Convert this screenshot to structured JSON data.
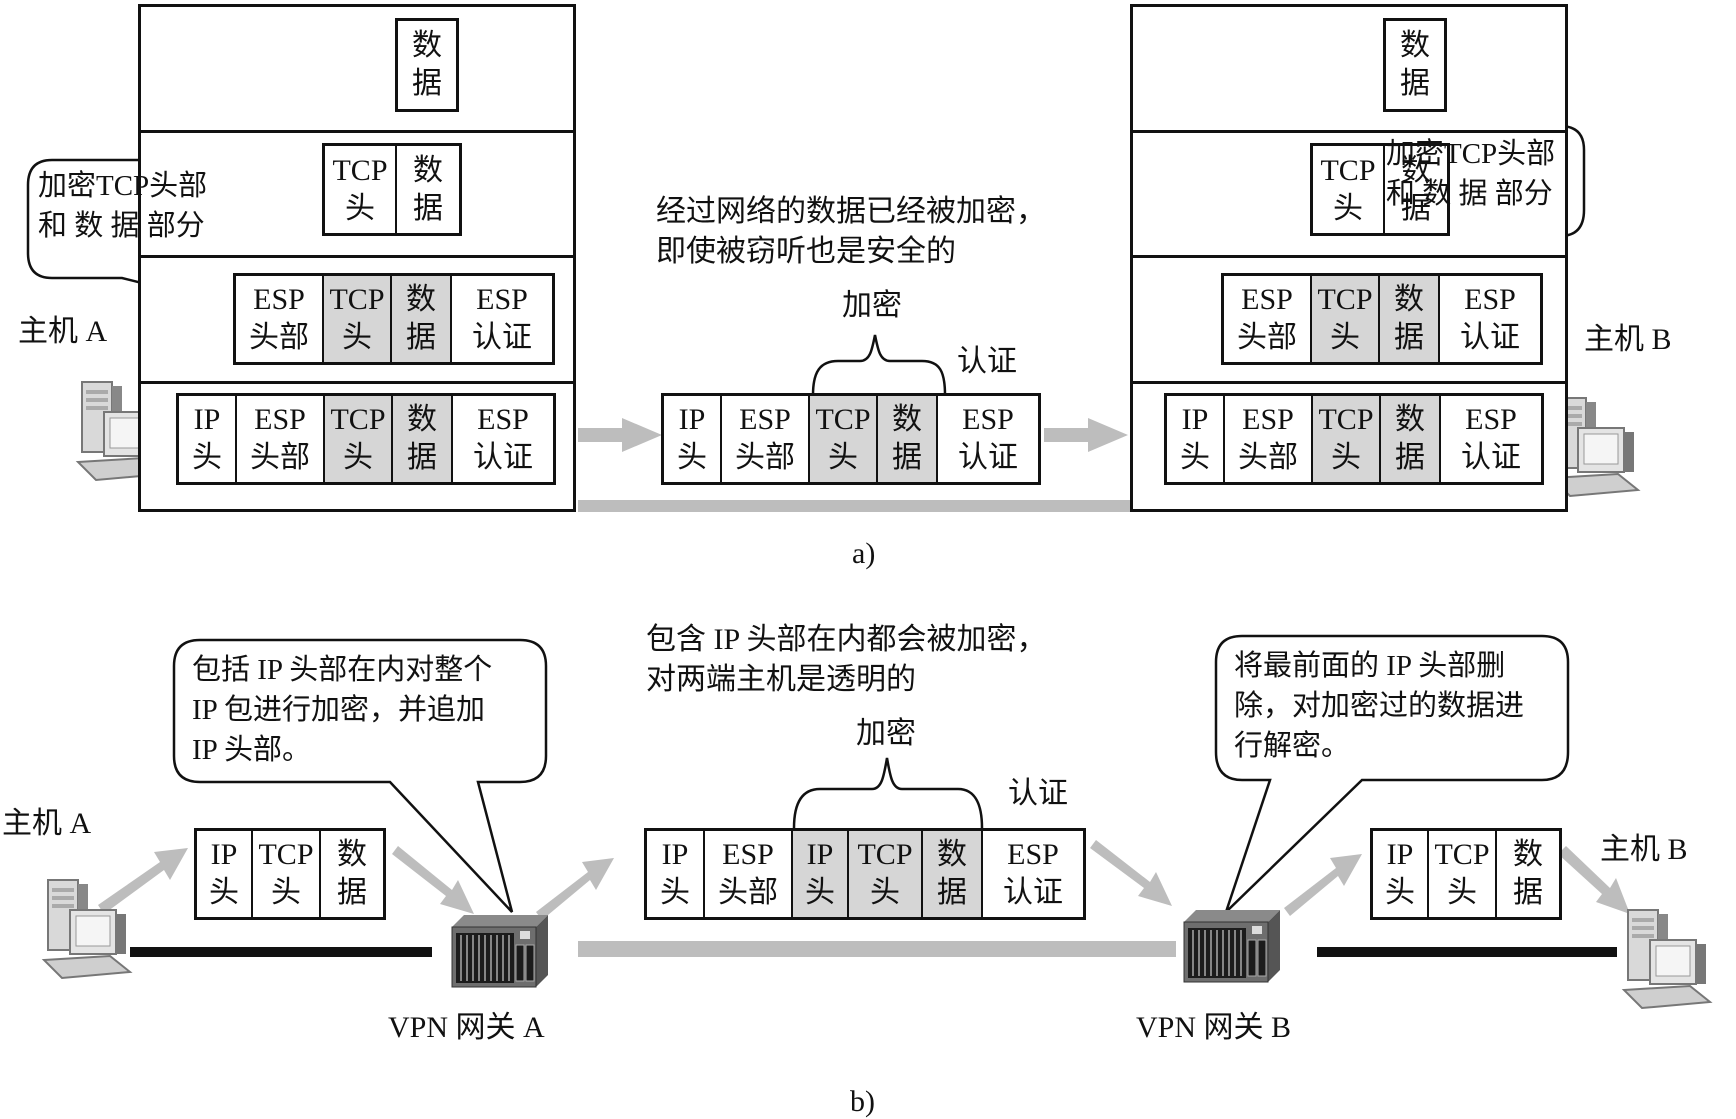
{
  "colors": {
    "encrypted_fill": "#d6d6d6",
    "arrow": "#bdbdbd",
    "line": "#111111"
  },
  "panel_a": {
    "caption": "a)",
    "host_a_label": "主机 A",
    "host_b_label": "主机 B",
    "bubble_left": [
      "加密TCP头部",
      "和 数 据 部分"
    ],
    "bubble_right": [
      "加密TCP头部",
      "和 数 据 部分"
    ],
    "network_note": [
      "经过网络的数据已经被加密，",
      "即使被窃听也是安全的"
    ],
    "encrypt_label": "加密",
    "auth_label": "认证",
    "stack_layers": {
      "app": [
        {
          "l1": "数",
          "l2": "据",
          "enc": false
        }
      ],
      "tcp": [
        {
          "l1": "TCP",
          "l2": "头",
          "enc": false
        },
        {
          "l1": "数",
          "l2": "据",
          "enc": false
        }
      ],
      "esp": [
        {
          "l1": "ESP",
          "l2": "头部",
          "enc": false
        },
        {
          "l1": "TCP",
          "l2": "头",
          "enc": true
        },
        {
          "l1": "数",
          "l2": "据",
          "enc": true
        },
        {
          "l1": "ESP",
          "l2": "认证",
          "enc": false
        }
      ],
      "ip": [
        {
          "l1": "IP",
          "l2": "头",
          "enc": false
        },
        {
          "l1": "ESP",
          "l2": "头部",
          "enc": false
        },
        {
          "l1": "TCP",
          "l2": "头",
          "enc": true
        },
        {
          "l1": "数",
          "l2": "据",
          "enc": true
        },
        {
          "l1": "ESP",
          "l2": "认证",
          "enc": false
        }
      ]
    },
    "network_packet": [
      {
        "l1": "IP",
        "l2": "头",
        "enc": false
      },
      {
        "l1": "ESP",
        "l2": "头部",
        "enc": false
      },
      {
        "l1": "TCP",
        "l2": "头",
        "enc": true
      },
      {
        "l1": "数",
        "l2": "据",
        "enc": true
      },
      {
        "l1": "ESP",
        "l2": "认证",
        "enc": false
      }
    ]
  },
  "panel_b": {
    "caption": "b)",
    "host_a_label": "主机 A",
    "host_b_label": "主机 B",
    "gateway_a_label": "VPN 网关 A",
    "gateway_b_label": "VPN 网关 B",
    "bubble_left": [
      "包括 IP 头部在内对整个",
      "IP 包进行加密，并追加",
      "IP 头部。"
    ],
    "bubble_right": [
      "将最前面的 IP 头部删",
      "除，对加密过的数据进",
      "行解密。"
    ],
    "network_note": [
      "包含 IP 头部在内都会被加密，",
      "对两端主机是透明的"
    ],
    "encrypt_label": "加密",
    "auth_label": "认证",
    "plain_packet": [
      {
        "l1": "IP",
        "l2": "头",
        "enc": false
      },
      {
        "l1": "TCP",
        "l2": "头",
        "enc": false
      },
      {
        "l1": "数",
        "l2": "据",
        "enc": false
      }
    ],
    "tunnel_packet": [
      {
        "l1": "IP",
        "l2": "头",
        "enc": false
      },
      {
        "l1": "ESP",
        "l2": "头部",
        "enc": false
      },
      {
        "l1": "IP",
        "l2": "头",
        "enc": true
      },
      {
        "l1": "TCP",
        "l2": "头",
        "enc": true
      },
      {
        "l1": "数",
        "l2": "据",
        "enc": true
      },
      {
        "l1": "ESP",
        "l2": "认证",
        "enc": false
      }
    ]
  }
}
